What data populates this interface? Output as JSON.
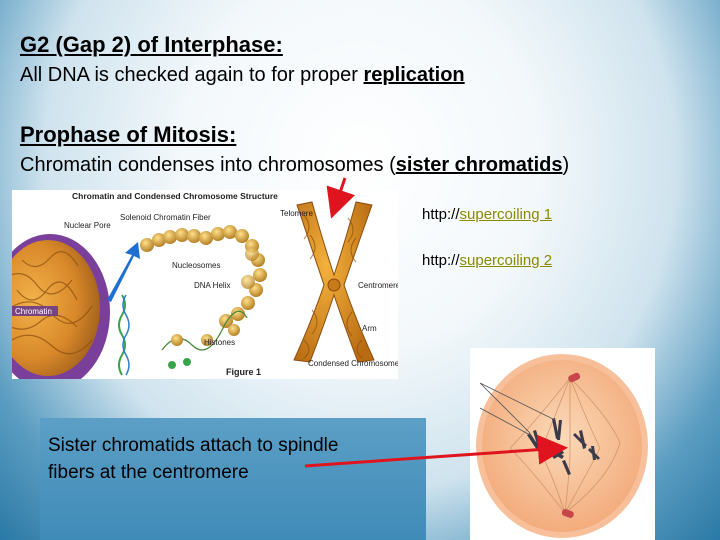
{
  "g2": {
    "heading": "G2 (Gap 2) of Interphase:",
    "line_prefix": "All DNA is checked again to for proper ",
    "line_emph": "replication"
  },
  "prophase": {
    "heading": "Prophase of Mitosis:",
    "line_prefix": "Chromatin condenses into chromosomes (",
    "line_emph": "sister chromatids",
    "line_suffix": ")"
  },
  "links": [
    {
      "prefix": "http://",
      "text": "supercoiling 1"
    },
    {
      "prefix": "http://",
      "text": "supercoiling 2"
    }
  ],
  "figure": {
    "title": "Chromatin and Condensed Chromosome Structure",
    "labels": {
      "nuclear_pore": "Nuclear Pore",
      "solenoid": "Solenoid Chromatin Fiber",
      "nucleosomes": "Nucleosomes",
      "dna_helix": "DNA Helix",
      "chromatin": "Chromatin",
      "histones": "Histones",
      "telomere": "Telomere",
      "centromere": "Centromere",
      "arm": "Arm",
      "condensed": "Condensed Chromosome",
      "figure_no": "Figure 1"
    }
  },
  "caption": {
    "line1": "Sister chromatids attach to spindle",
    "line2": "fibers at the centromere"
  },
  "colors": {
    "arrow": "#e0141e",
    "link": "#8a8a00",
    "background_edge": "#2a79a6"
  }
}
